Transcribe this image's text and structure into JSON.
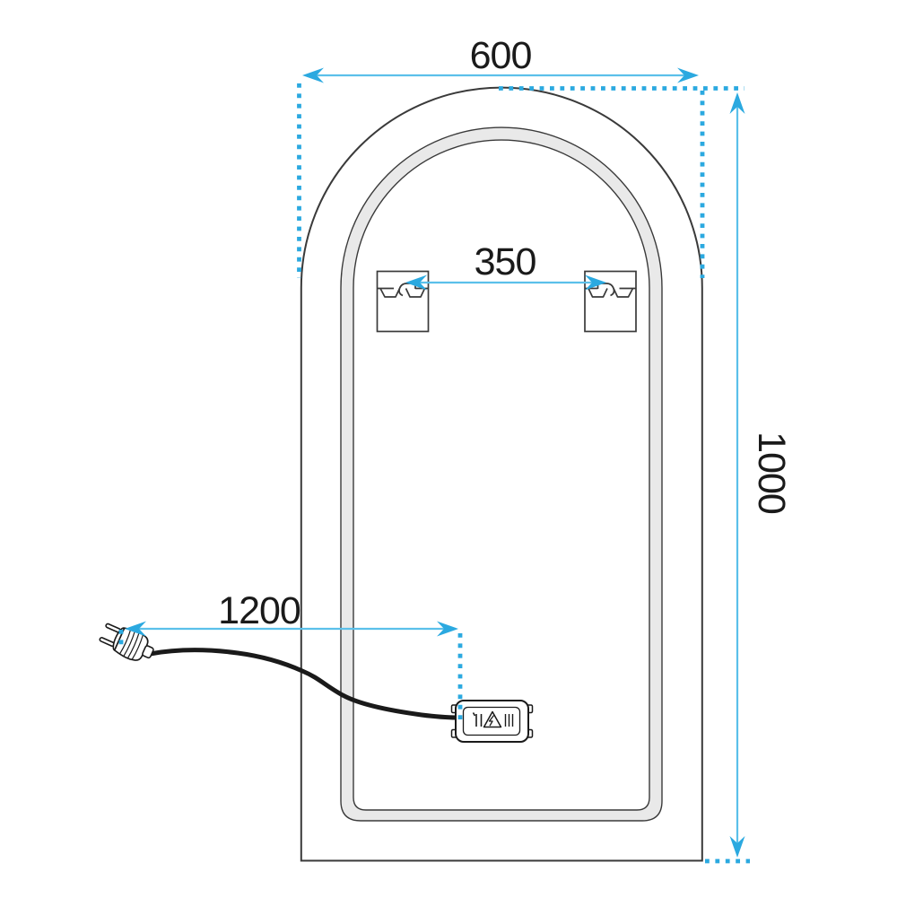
{
  "diagram": {
    "subject": "Arched LED mirror - rear view technical dimension drawing",
    "background": "#ffffff",
    "colors": {
      "dimension_accent": "#2BA9E0",
      "dimension_line": "#5BC0EA",
      "outline": "#3A3A3A",
      "ink": "#1A1A1A",
      "led_band_fill": "#E9E9E9"
    },
    "dimensions": {
      "width": {
        "value": "600",
        "orientation": "horizontal-top"
      },
      "mount_spacing": {
        "value": "350",
        "orientation": "horizontal-between-brackets"
      },
      "height": {
        "value": "1000",
        "orientation": "vertical-right"
      },
      "cable_length": {
        "value": "1200",
        "orientation": "horizontal-bottom-left"
      }
    },
    "icons": {
      "left_mount": "keyhole-bracket-icon",
      "right_mount": "keyhole-bracket-icon",
      "plug": "power-plug-icon",
      "driver": "led-driver-box-icon",
      "warning": "electric-shock-warning-icon"
    }
  }
}
